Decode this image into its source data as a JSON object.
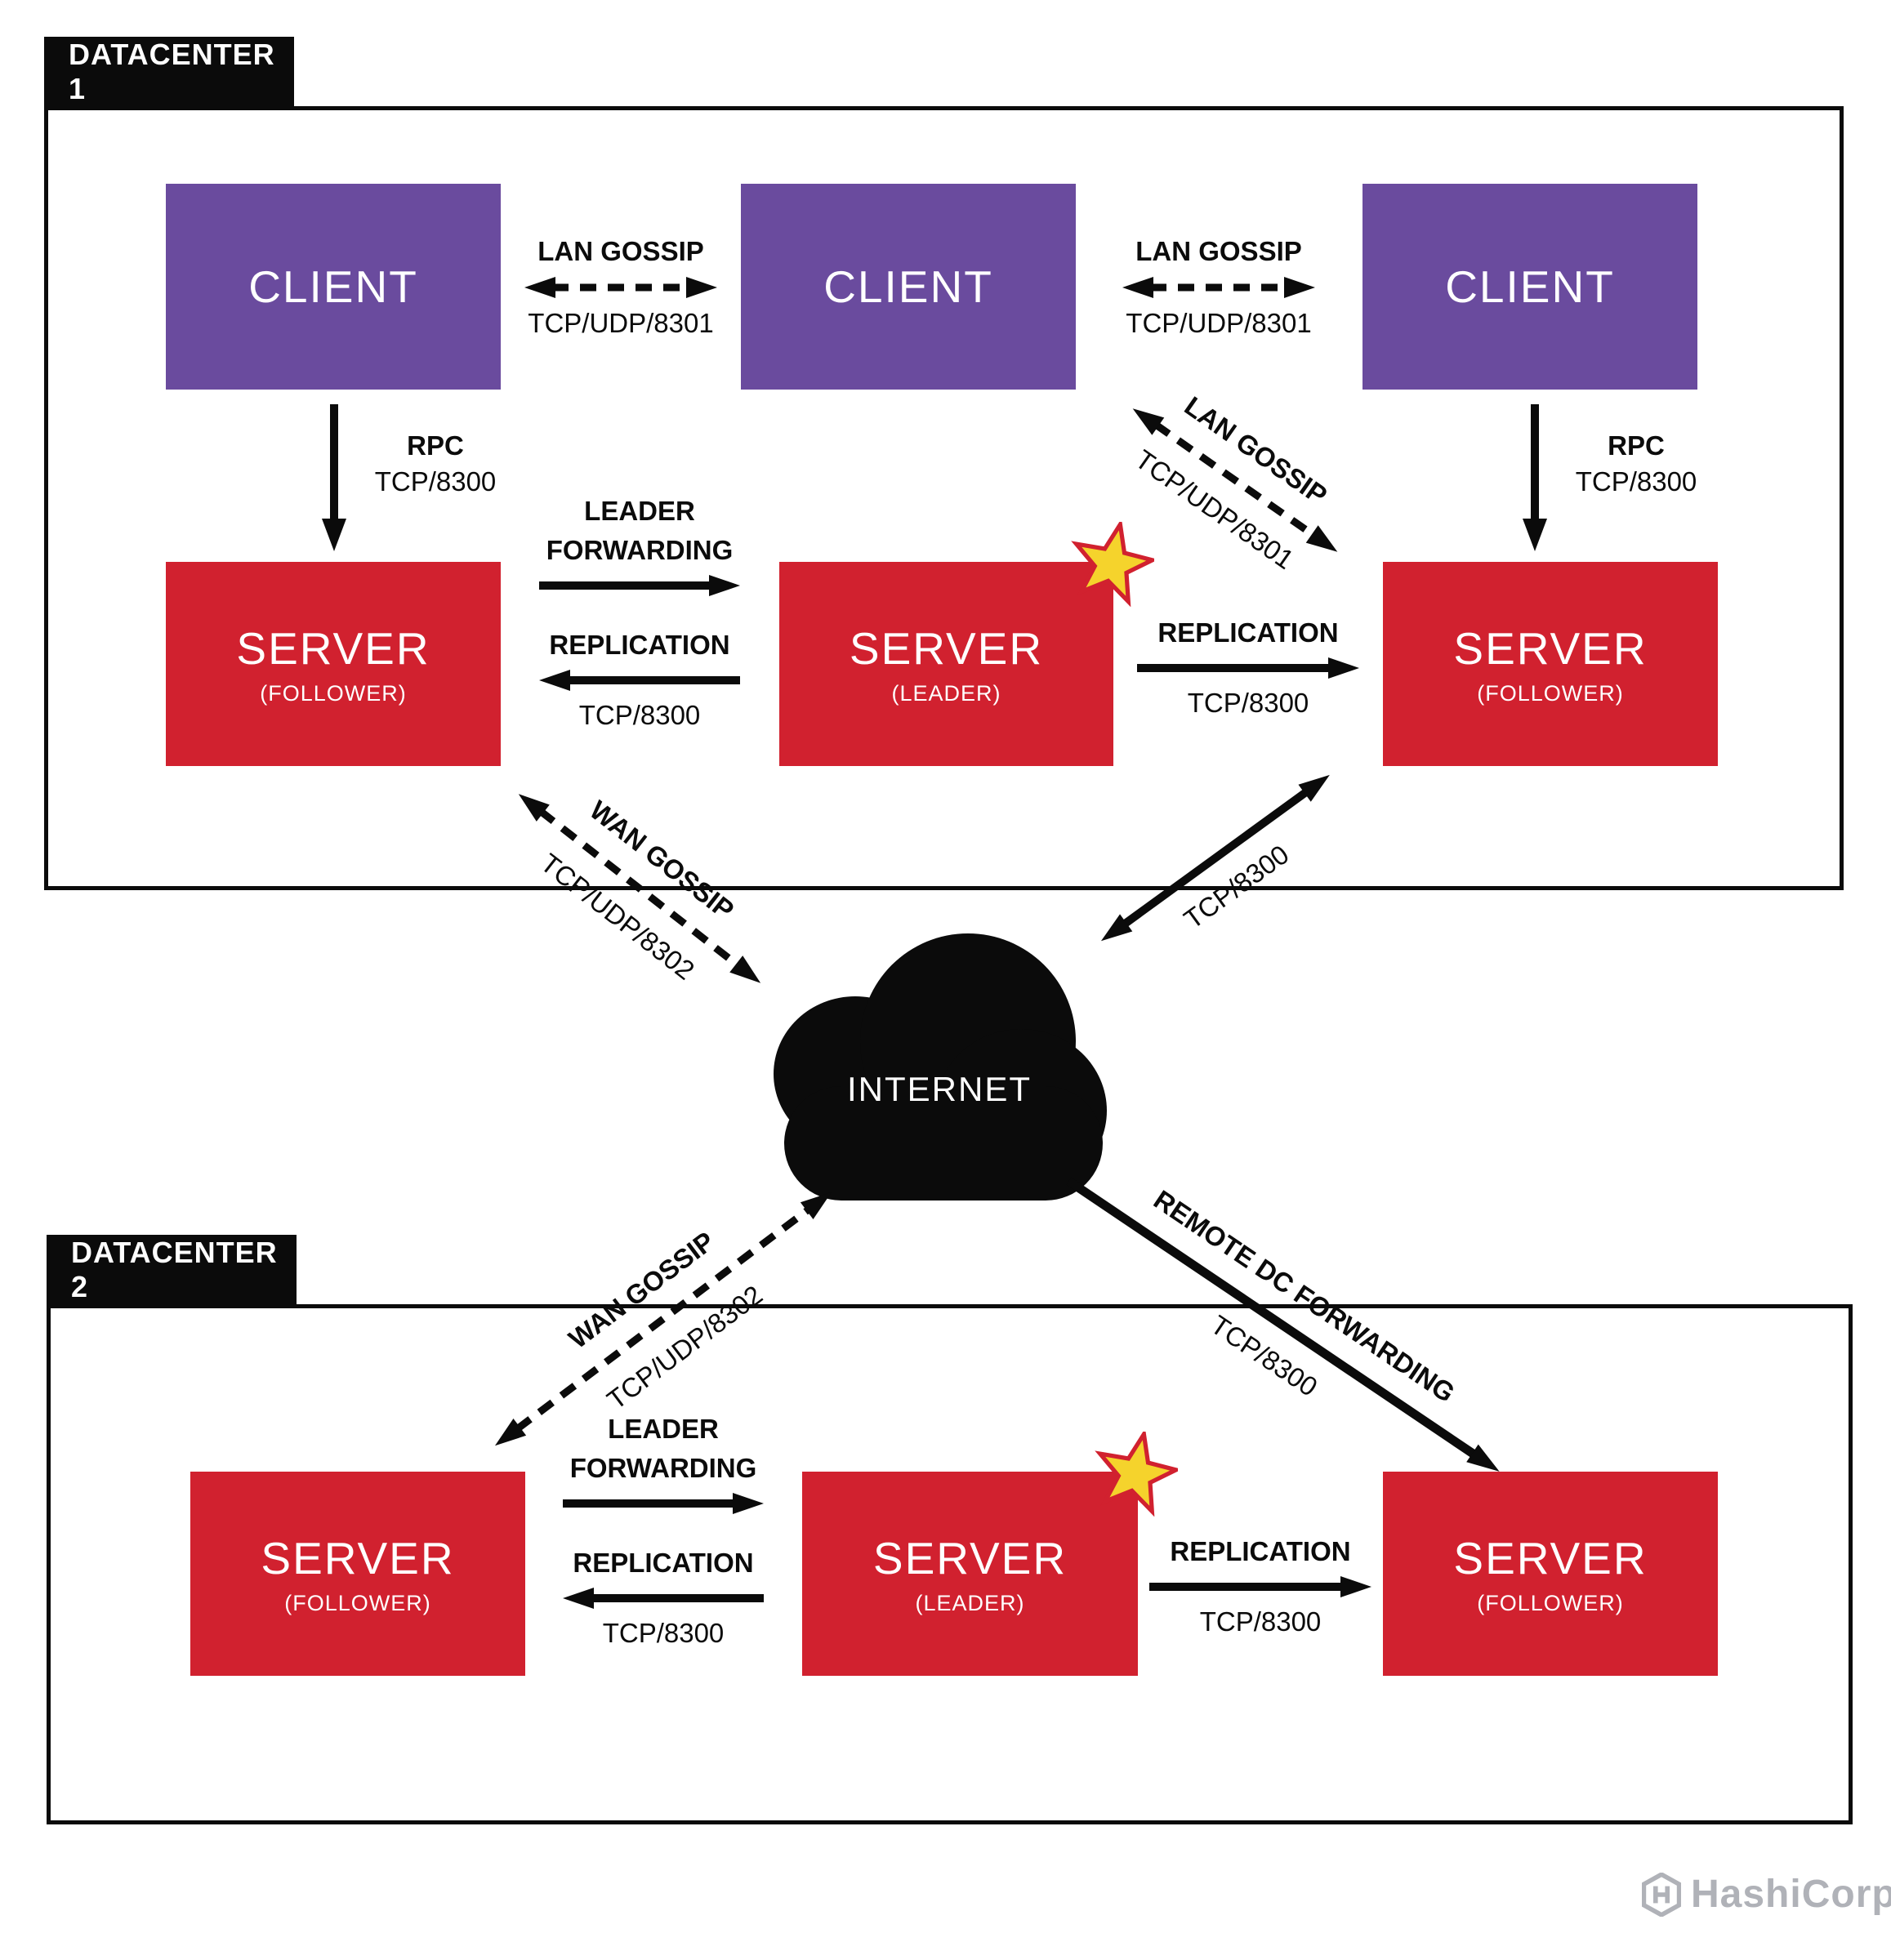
{
  "colors": {
    "client_purple": "#6a4b9e",
    "server_red": "#d1212f",
    "star_yellow": "#f5d32c",
    "line_black": "#0b0b0b",
    "logo_gray": "#b0b2b8"
  },
  "dc1": {
    "label": "DATACENTER 1",
    "clients": [
      {
        "label": "CLIENT"
      },
      {
        "label": "CLIENT"
      },
      {
        "label": "CLIENT"
      }
    ],
    "servers": [
      {
        "title": "SERVER",
        "subtitle": "(FOLLOWER)"
      },
      {
        "title": "SERVER",
        "subtitle": "(LEADER)"
      },
      {
        "title": "SERVER",
        "subtitle": "(FOLLOWER)"
      }
    ]
  },
  "dc2": {
    "label": "DATACENTER 2",
    "servers": [
      {
        "title": "SERVER",
        "subtitle": "(FOLLOWER)"
      },
      {
        "title": "SERVER",
        "subtitle": "(LEADER)"
      },
      {
        "title": "SERVER",
        "subtitle": "(FOLLOWER)"
      }
    ]
  },
  "internet": {
    "label": "INTERNET"
  },
  "edges": {
    "lan_a": {
      "label": "LAN GOSSIP",
      "port": "TCP/UDP/8301"
    },
    "lan_b": {
      "label": "LAN GOSSIP",
      "port": "TCP/UDP/8301"
    },
    "lan_diag": {
      "label": "LAN GOSSIP",
      "port": "TCP/UDP/8301"
    },
    "rpc_left": {
      "label": "RPC",
      "port": "TCP/8300"
    },
    "rpc_right": {
      "label": "RPC",
      "port": "TCP/8300"
    },
    "fwd_dc1": {
      "line1": "LEADER",
      "line2": "FORWARDING"
    },
    "repl_dc1_left": {
      "label": "REPLICATION",
      "port": "TCP/8300"
    },
    "repl_dc1_right": {
      "label": "REPLICATION",
      "port": "TCP/8300"
    },
    "wan_dc1": {
      "label": "WAN GOSSIP",
      "port": "TCP/UDP/8302"
    },
    "tcp_dc1": {
      "port": "TCP/8300"
    },
    "wan_dc2": {
      "label": "WAN GOSSIP",
      "port": "TCP/UDP/8302"
    },
    "remote_dc": {
      "label": "REMOTE DC FORWARDING",
      "port": "TCP/8300"
    },
    "fwd_dc2": {
      "line1": "LEADER",
      "line2": "FORWARDING"
    },
    "repl_dc2_left": {
      "label": "REPLICATION",
      "port": "TCP/8300"
    },
    "repl_dc2_right": {
      "label": "REPLICATION",
      "port": "TCP/8300"
    }
  },
  "footer": {
    "logo_text": "HashiCorp"
  }
}
